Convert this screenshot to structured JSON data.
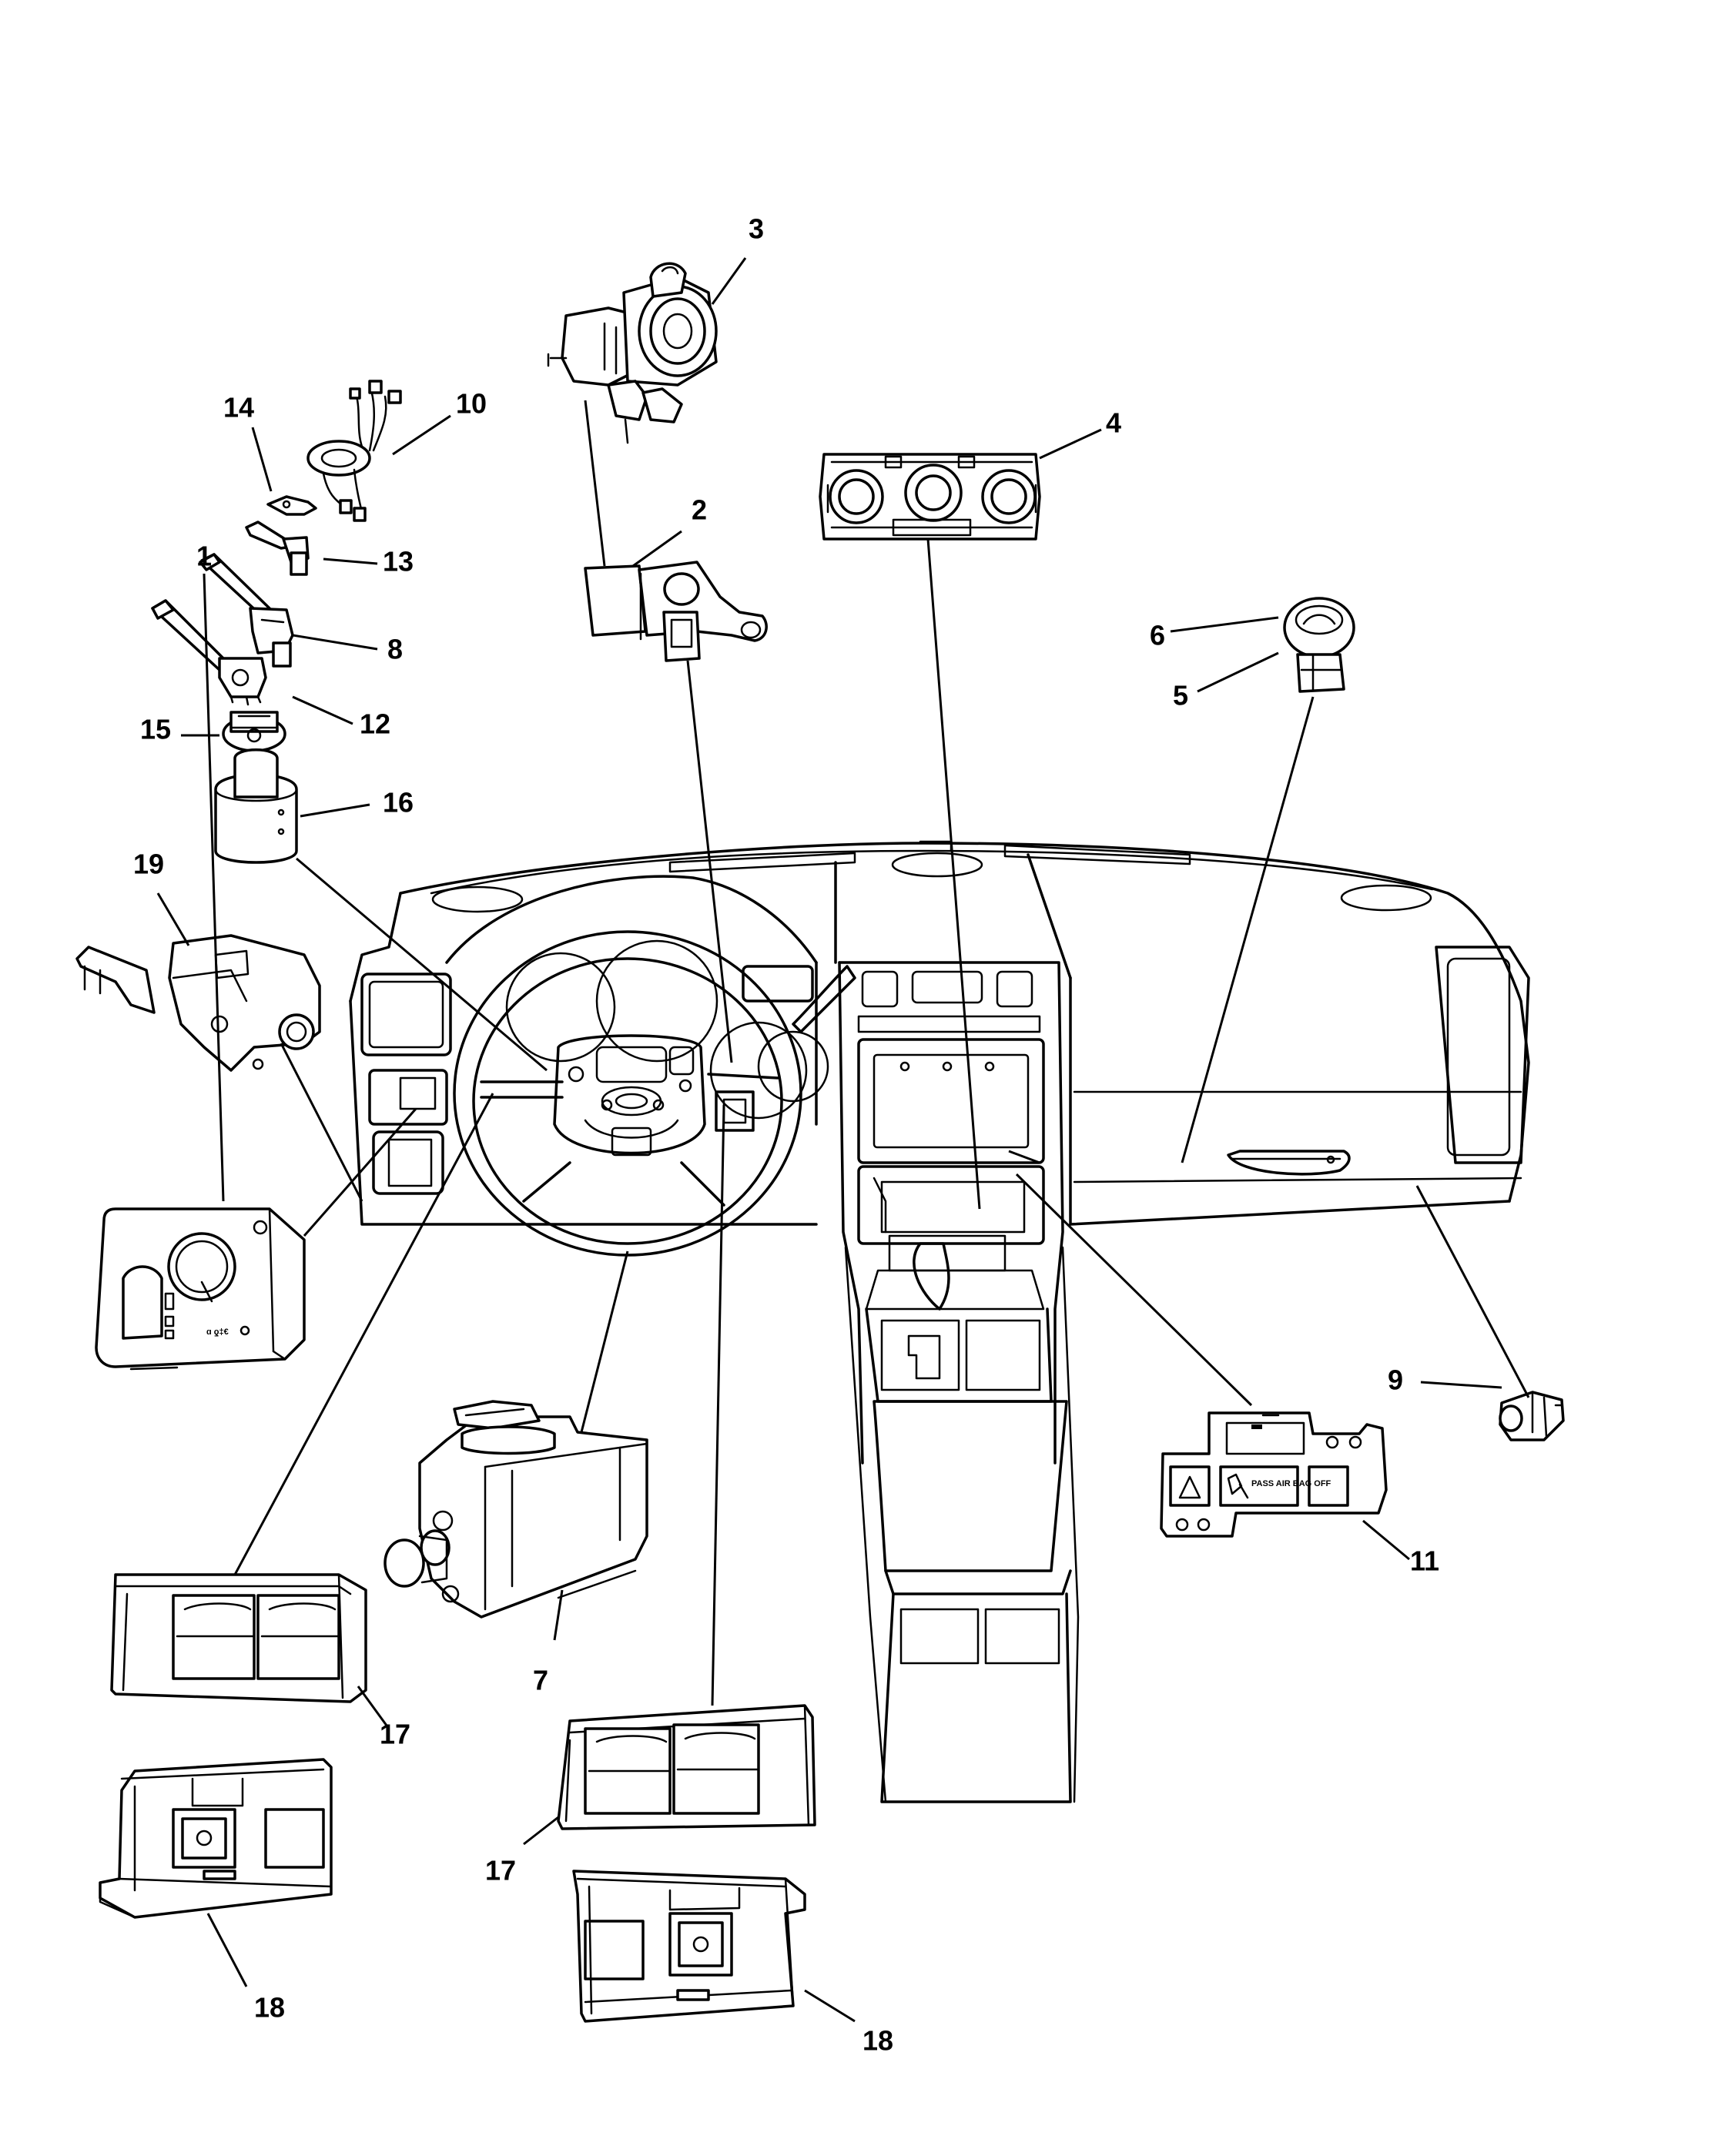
{
  "diagram": {
    "callouts": {
      "c1": "1",
      "c2": "2",
      "c3": "3",
      "c4": "4",
      "c5": "5",
      "c6": "6",
      "c7": "7",
      "c8": "8",
      "c9": "9",
      "c10": "10",
      "c11": "11",
      "c12": "12",
      "c13": "13",
      "c14": "14",
      "c15": "15",
      "c16": "16",
      "c17a": "17",
      "c17b": "17",
      "c18a": "18",
      "c18b": "18",
      "c19": "19"
    },
    "switch_panel_text": "PASS AIR BAG OFF"
  }
}
